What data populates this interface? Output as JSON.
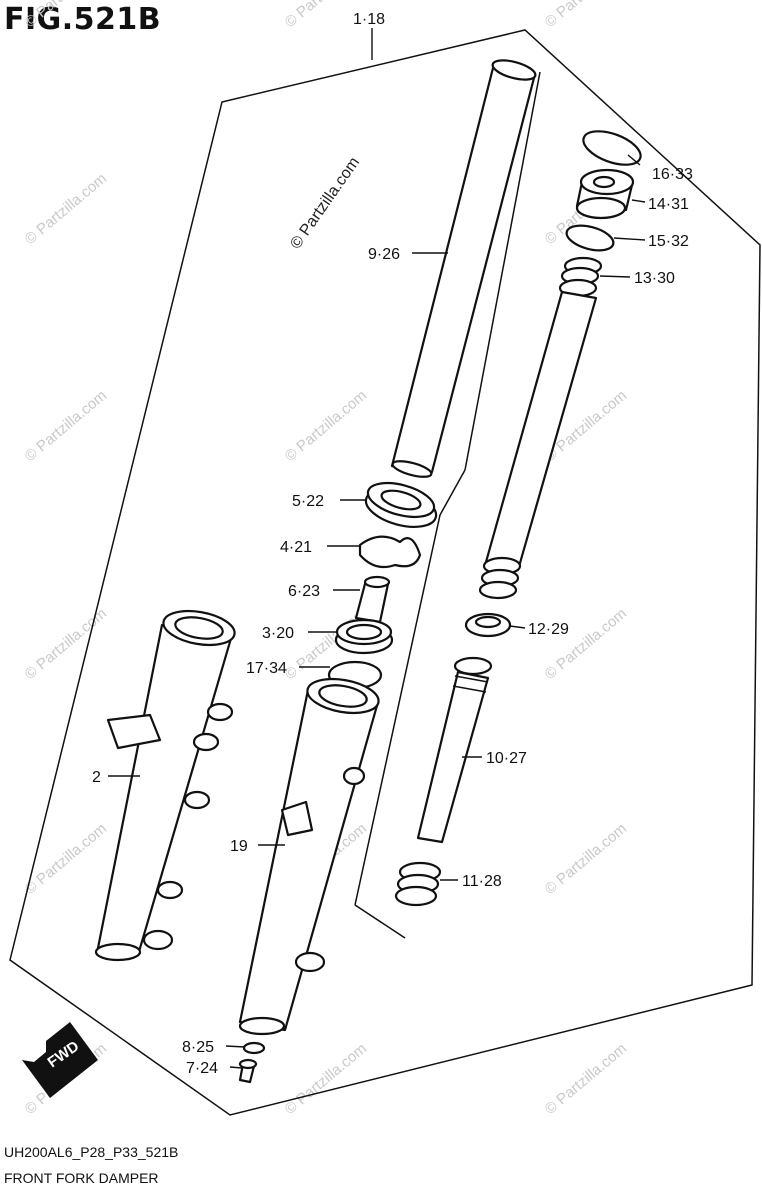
{
  "figure": {
    "title": "FIG.521B",
    "diagram_code": "UH200AL6_P28_P33_521B",
    "diagram_name": "FRONT FORK DAMPER"
  },
  "callouts": {
    "c1": "1·18",
    "c16": "16·33",
    "c14": "14·31",
    "c15": "15·32",
    "c13": "13·30",
    "c9": "9·26",
    "c5": "5·22",
    "c4": "4·21",
    "c6": "6·23",
    "c3": "3·20",
    "c17": "17·34",
    "c12": "12·29",
    "c2": "2",
    "c10": "10·27",
    "c19": "19",
    "c11": "11·28",
    "c8": "8·25",
    "c7": "7·24"
  },
  "fwd_arrow": {
    "label": "FWD"
  },
  "watermark": {
    "text": "© Partzilla.com"
  },
  "colors": {
    "line": "#111111",
    "watermark": "#c9c9c9"
  }
}
